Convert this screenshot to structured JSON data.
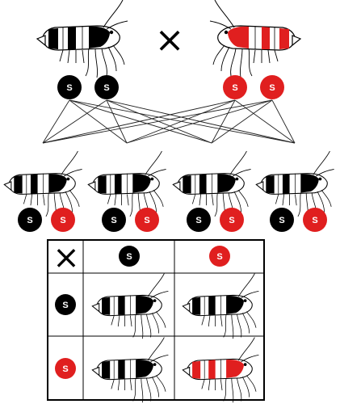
{
  "colors": {
    "black": "#000000",
    "red": "#e01f1f",
    "line": "#222222",
    "body": "#ffffff"
  },
  "allele_label": "S",
  "cross_symbol": "×",
  "parents": [
    {
      "name": "black-parent",
      "pattern": "black",
      "alleles": [
        "black",
        "black"
      ]
    },
    {
      "name": "red-parent",
      "pattern": "red",
      "alleles": [
        "red",
        "red"
      ]
    }
  ],
  "f1": [
    {
      "alleles": [
        "black",
        "red"
      ],
      "pattern": "black"
    },
    {
      "alleles": [
        "black",
        "red"
      ],
      "pattern": "black"
    },
    {
      "alleles": [
        "black",
        "red"
      ],
      "pattern": "black"
    },
    {
      "alleles": [
        "black",
        "red"
      ],
      "pattern": "black"
    }
  ],
  "punnett": {
    "cross_symbol": "×",
    "col_alleles": [
      "black",
      "red"
    ],
    "row_alleles": [
      "black",
      "red"
    ],
    "cells": [
      [
        "black",
        "black"
      ],
      [
        "black",
        "red"
      ]
    ]
  }
}
